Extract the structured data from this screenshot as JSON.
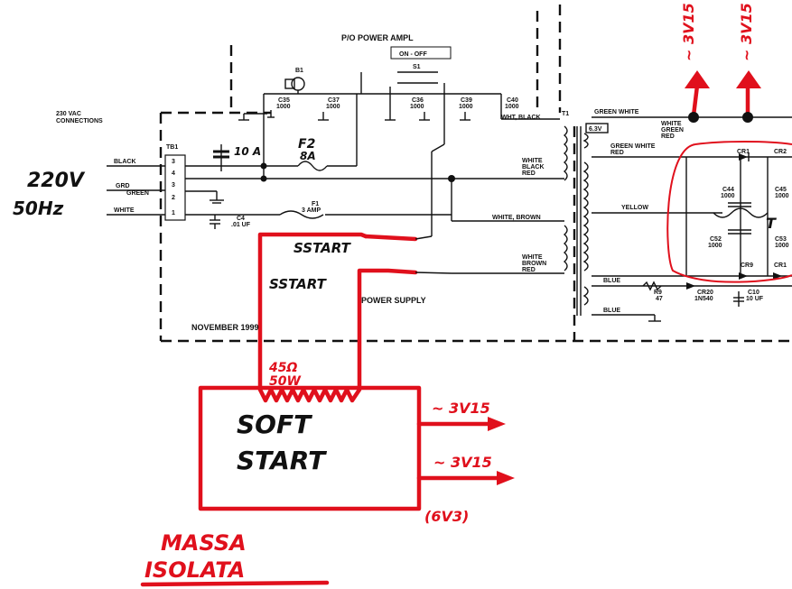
{
  "header": {
    "title": "P/O POWER AMPL",
    "switch_label": "ON - OFF",
    "footer_date": "NOVEMBER 1999",
    "section_label": "POWER SUPPLY"
  },
  "input": {
    "connections_label": "230 VAC\nCONNECTIONS",
    "voltage": "220V",
    "frequency": "50Hz",
    "wires": [
      "BLACK",
      "GRD",
      "GREEN",
      "WHITE"
    ],
    "terminal_block": "TB1",
    "terminal_numbers": [
      "3",
      "4",
      "3",
      "2",
      "1"
    ]
  },
  "components": {
    "fan": "B1",
    "switch": "S1",
    "caps_top": [
      {
        "ref": "C35",
        "value": "1000"
      },
      {
        "ref": "C37",
        "value": "1000"
      },
      {
        "ref": "C36",
        "value": "1000"
      },
      {
        "ref": "C39",
        "value": "1000"
      },
      {
        "ref": "C40",
        "value": "1000"
      }
    ],
    "fuse_main": {
      "ref": "F2",
      "value": "8A"
    },
    "fuse_aux": {
      "ref": "F1",
      "value": "3 AMP"
    },
    "cap_c4": {
      "ref": "C4",
      "value": ".01 UF"
    },
    "handwritten_fuse": "10 A",
    "transformer": "T1",
    "transformer_leads": [
      "WHT, BLACK",
      "WHITE\nBLACK\nRED",
      "WHITE, BROWN",
      "WHITE\nBROWN\nRED"
    ],
    "secondary_leads": [
      "GREEN WHITE",
      "6.3V",
      "WHITE\nGREEN\nRED",
      "GREEN WHITE\nRED",
      "YELLOW",
      "BLUE",
      "BLUE"
    ],
    "rectifiers": [
      {
        "ref": "CR1"
      },
      {
        "ref": "CR2"
      },
      {
        "ref": "CR9"
      },
      {
        "ref": "CR1"
      },
      {
        "ref": "CR20",
        "value": "1N540"
      }
    ],
    "filter_caps": [
      {
        "ref": "C44",
        "value": "1000"
      },
      {
        "ref": "C45",
        "value": "1000"
      },
      {
        "ref": "C52",
        "value": "1000"
      },
      {
        "ref": "C53",
        "value": "1000"
      },
      {
        "ref": "C10",
        "value": "10 UF"
      }
    ],
    "resistor": {
      "ref": "R9",
      "value": "47"
    }
  },
  "annotations": {
    "sstart_1": "SSTART",
    "sstart_2": "SSTART",
    "resistor_value": "45Ω",
    "resistor_power": "50W",
    "box_line1": "SOFT",
    "box_line2": "START",
    "out_1": "~ 3V15",
    "out_2": "~ 3V15",
    "out_3": "(6V3)",
    "top_1": "~ 3V15",
    "top_2": "~ 3V15",
    "bottom_1": "MASSA",
    "bottom_2": "ISOLATA",
    "colors": {
      "pen": "#e0101c",
      "ink": "#111111"
    }
  }
}
